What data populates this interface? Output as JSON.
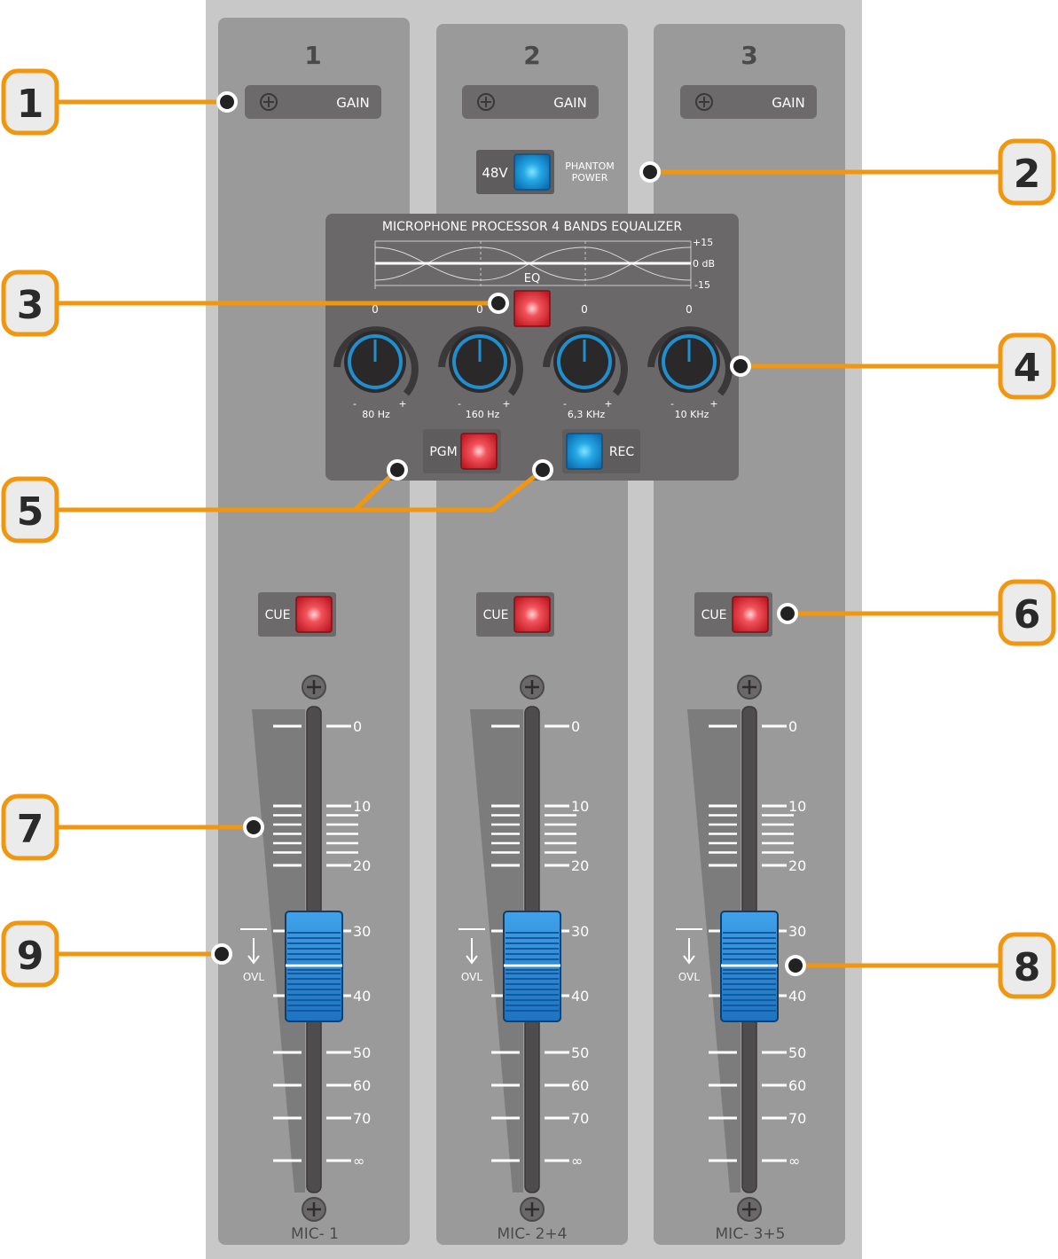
{
  "channels": [
    {
      "number": "1",
      "gain_label": "GAIN",
      "cue_label": "CUE",
      "name": "MIC- 1"
    },
    {
      "number": "2",
      "gain_label": "GAIN",
      "cue_label": "CUE",
      "name": "MIC- 2+4"
    },
    {
      "number": "3",
      "gain_label": "GAIN",
      "cue_label": "CUE",
      "name": "MIC- 3+5"
    }
  ],
  "phantom": {
    "button_label": "48V",
    "caption_line1": "PHANTOM",
    "caption_line2": "POWER"
  },
  "eq": {
    "title": "MICROPHONE PROCESSOR 4 BANDS EQUALIZER",
    "scale": [
      "+15",
      "0 dB",
      "-15"
    ],
    "switch_label": "EQ",
    "bands": [
      {
        "zero": "0",
        "minus": "-",
        "plus": "+",
        "freq": "80 Hz"
      },
      {
        "zero": "0",
        "minus": "-",
        "plus": "+",
        "freq": "160 Hz"
      },
      {
        "zero": "0",
        "minus": "-",
        "plus": "+",
        "freq": "6,3 KHz"
      },
      {
        "zero": "0",
        "minus": "-",
        "plus": "+",
        "freq": "10 KHz"
      }
    ],
    "pgm_label": "PGM",
    "rec_label": "REC"
  },
  "fader_scale": [
    "0",
    "10",
    "20",
    "30",
    "40",
    "50",
    "60",
    "70",
    "∞"
  ],
  "ovl_label": "OVL",
  "callouts": [
    "1",
    "2",
    "3",
    "4",
    "5",
    "6",
    "7",
    "8",
    "9"
  ],
  "colors": {
    "callout_orange": "#f0960f",
    "led_red": "#e8333d",
    "led_blue": "#1aa0e0",
    "fader_blue": "#2a8ad6",
    "strip": "#9b9a9a",
    "panel": "#6a6868"
  }
}
